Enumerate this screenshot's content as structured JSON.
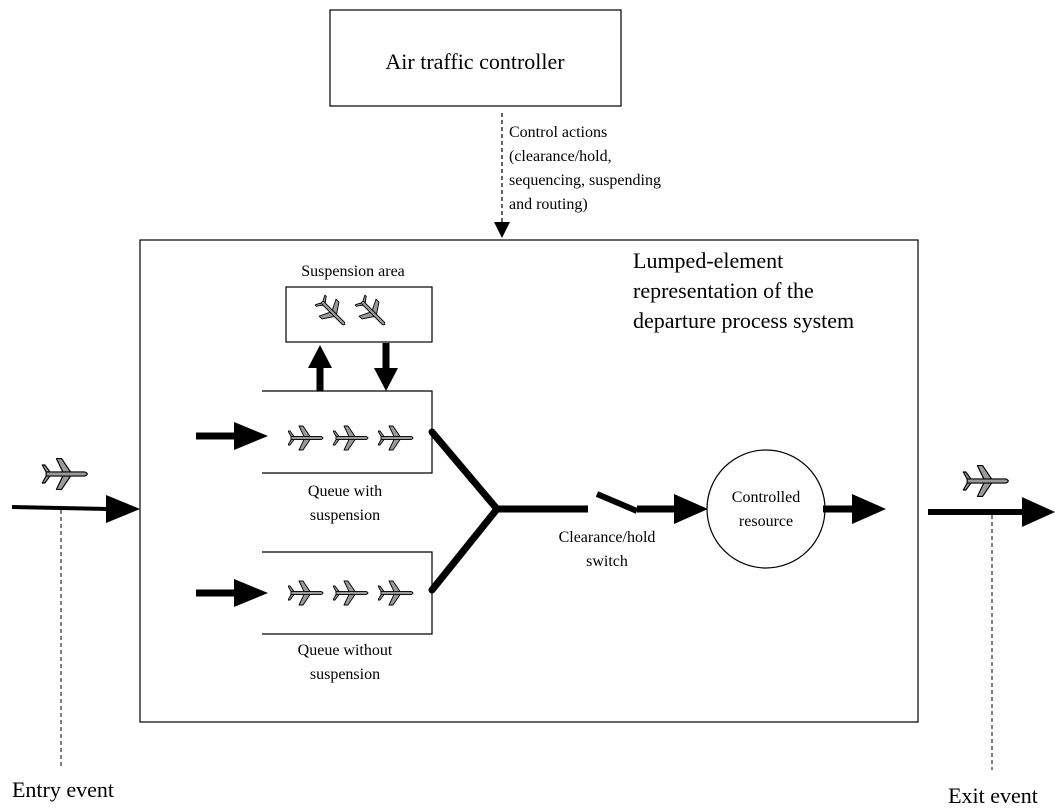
{
  "diagram": {
    "controller": {
      "label": "Air traffic controller"
    },
    "control_actions": {
      "lines": [
        "Control actions",
        "(clearance/hold,",
        "sequencing, suspending",
        "and routing)"
      ]
    },
    "system": {
      "title_lines": [
        "Lumped-element",
        "representation of the",
        "departure process system"
      ]
    },
    "suspension_area": {
      "label": "Suspension area",
      "aircraft_count": 2
    },
    "queue_with_suspension": {
      "label_lines": [
        "Queue with",
        "suspension"
      ],
      "aircraft_count": 3
    },
    "queue_without_suspension": {
      "label_lines": [
        "Queue without",
        "suspension"
      ],
      "aircraft_count": 3
    },
    "switch": {
      "label_lines": [
        "Clearance/hold",
        "switch"
      ]
    },
    "resource": {
      "label_lines": [
        "Controlled",
        "resource"
      ]
    },
    "entry_event": {
      "label": "Entry event"
    },
    "exit_event": {
      "label": "Exit event"
    },
    "colors": {
      "aircraft_fill": "#9a9a9a",
      "line": "#000000"
    }
  }
}
